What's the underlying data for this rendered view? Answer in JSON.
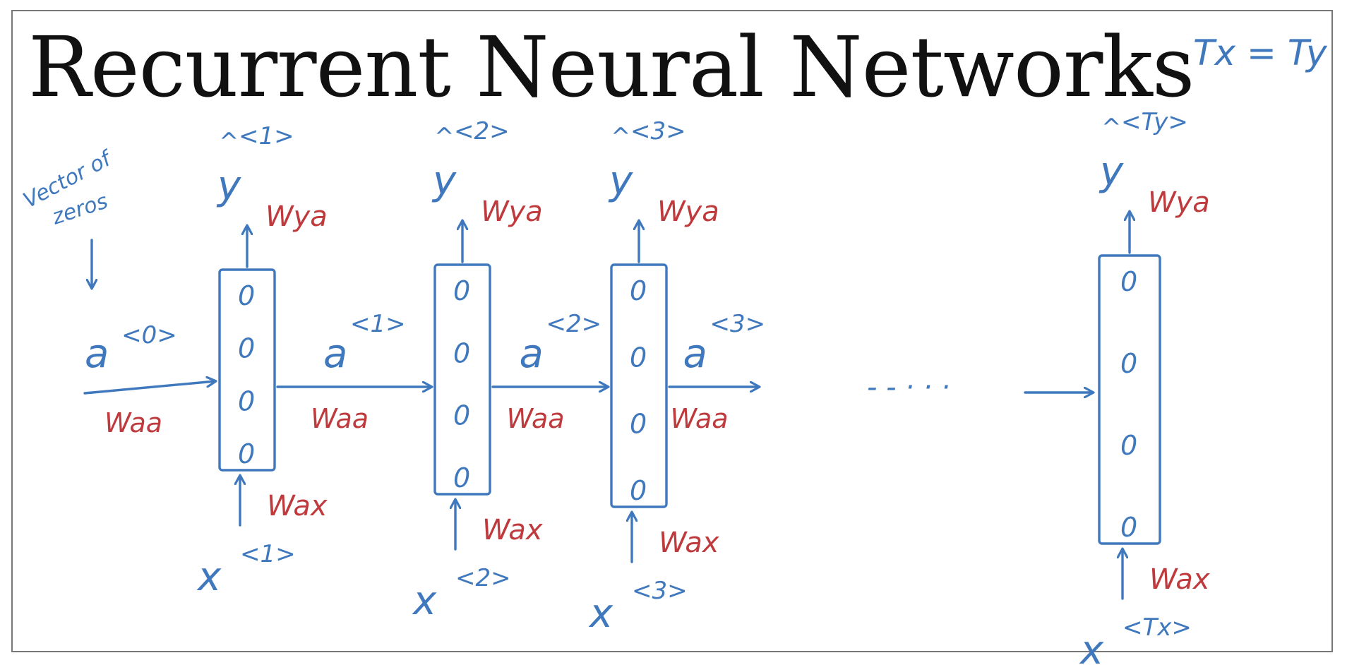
{
  "title": "Recurrent Neural Networks",
  "corner_note": "Tx = Ty",
  "init_note_line1": "Vector of",
  "init_note_line2": "zeros",
  "initial_activation": {
    "base": "a",
    "sup": "<0>"
  },
  "initial_weight": "Waa",
  "dots": "- - · · ·",
  "colors": {
    "ink_blue": "#3f78bd",
    "ink_red": "#bf3a3d",
    "title": "#111111"
  },
  "timesteps": [
    {
      "output_base": "y",
      "output_hat": "^",
      "output_sup": "<1>",
      "w_out": "Wya",
      "units": [
        "0",
        "0",
        "0",
        "0"
      ],
      "w_in": "Wax",
      "input_base": "x",
      "input_sup": "<1>",
      "activation_base": "a",
      "activation_sup": "<1>",
      "w_rec": "Waa"
    },
    {
      "output_base": "y",
      "output_hat": "^",
      "output_sup": "<2>",
      "w_out": "Wya",
      "units": [
        "0",
        "0",
        "0",
        "0"
      ],
      "w_in": "Wax",
      "input_base": "x",
      "input_sup": "<2>",
      "activation_base": "a",
      "activation_sup": "<2>",
      "w_rec": "Waa"
    },
    {
      "output_base": "y",
      "output_hat": "^",
      "output_sup": "<3>",
      "w_out": "Wya",
      "units": [
        "0",
        "0",
        "0",
        "0"
      ],
      "w_in": "Wax",
      "input_base": "x",
      "input_sup": "<3>",
      "activation_base": "a",
      "activation_sup": "<3>",
      "w_rec": "Waa"
    },
    {
      "output_base": "y",
      "output_hat": "^",
      "output_sup": "<Ty>",
      "w_out": "Wya",
      "units": [
        "0",
        "0",
        "0",
        "0"
      ],
      "w_in": "Wax",
      "input_base": "x",
      "input_sup": "<Tx>"
    }
  ]
}
